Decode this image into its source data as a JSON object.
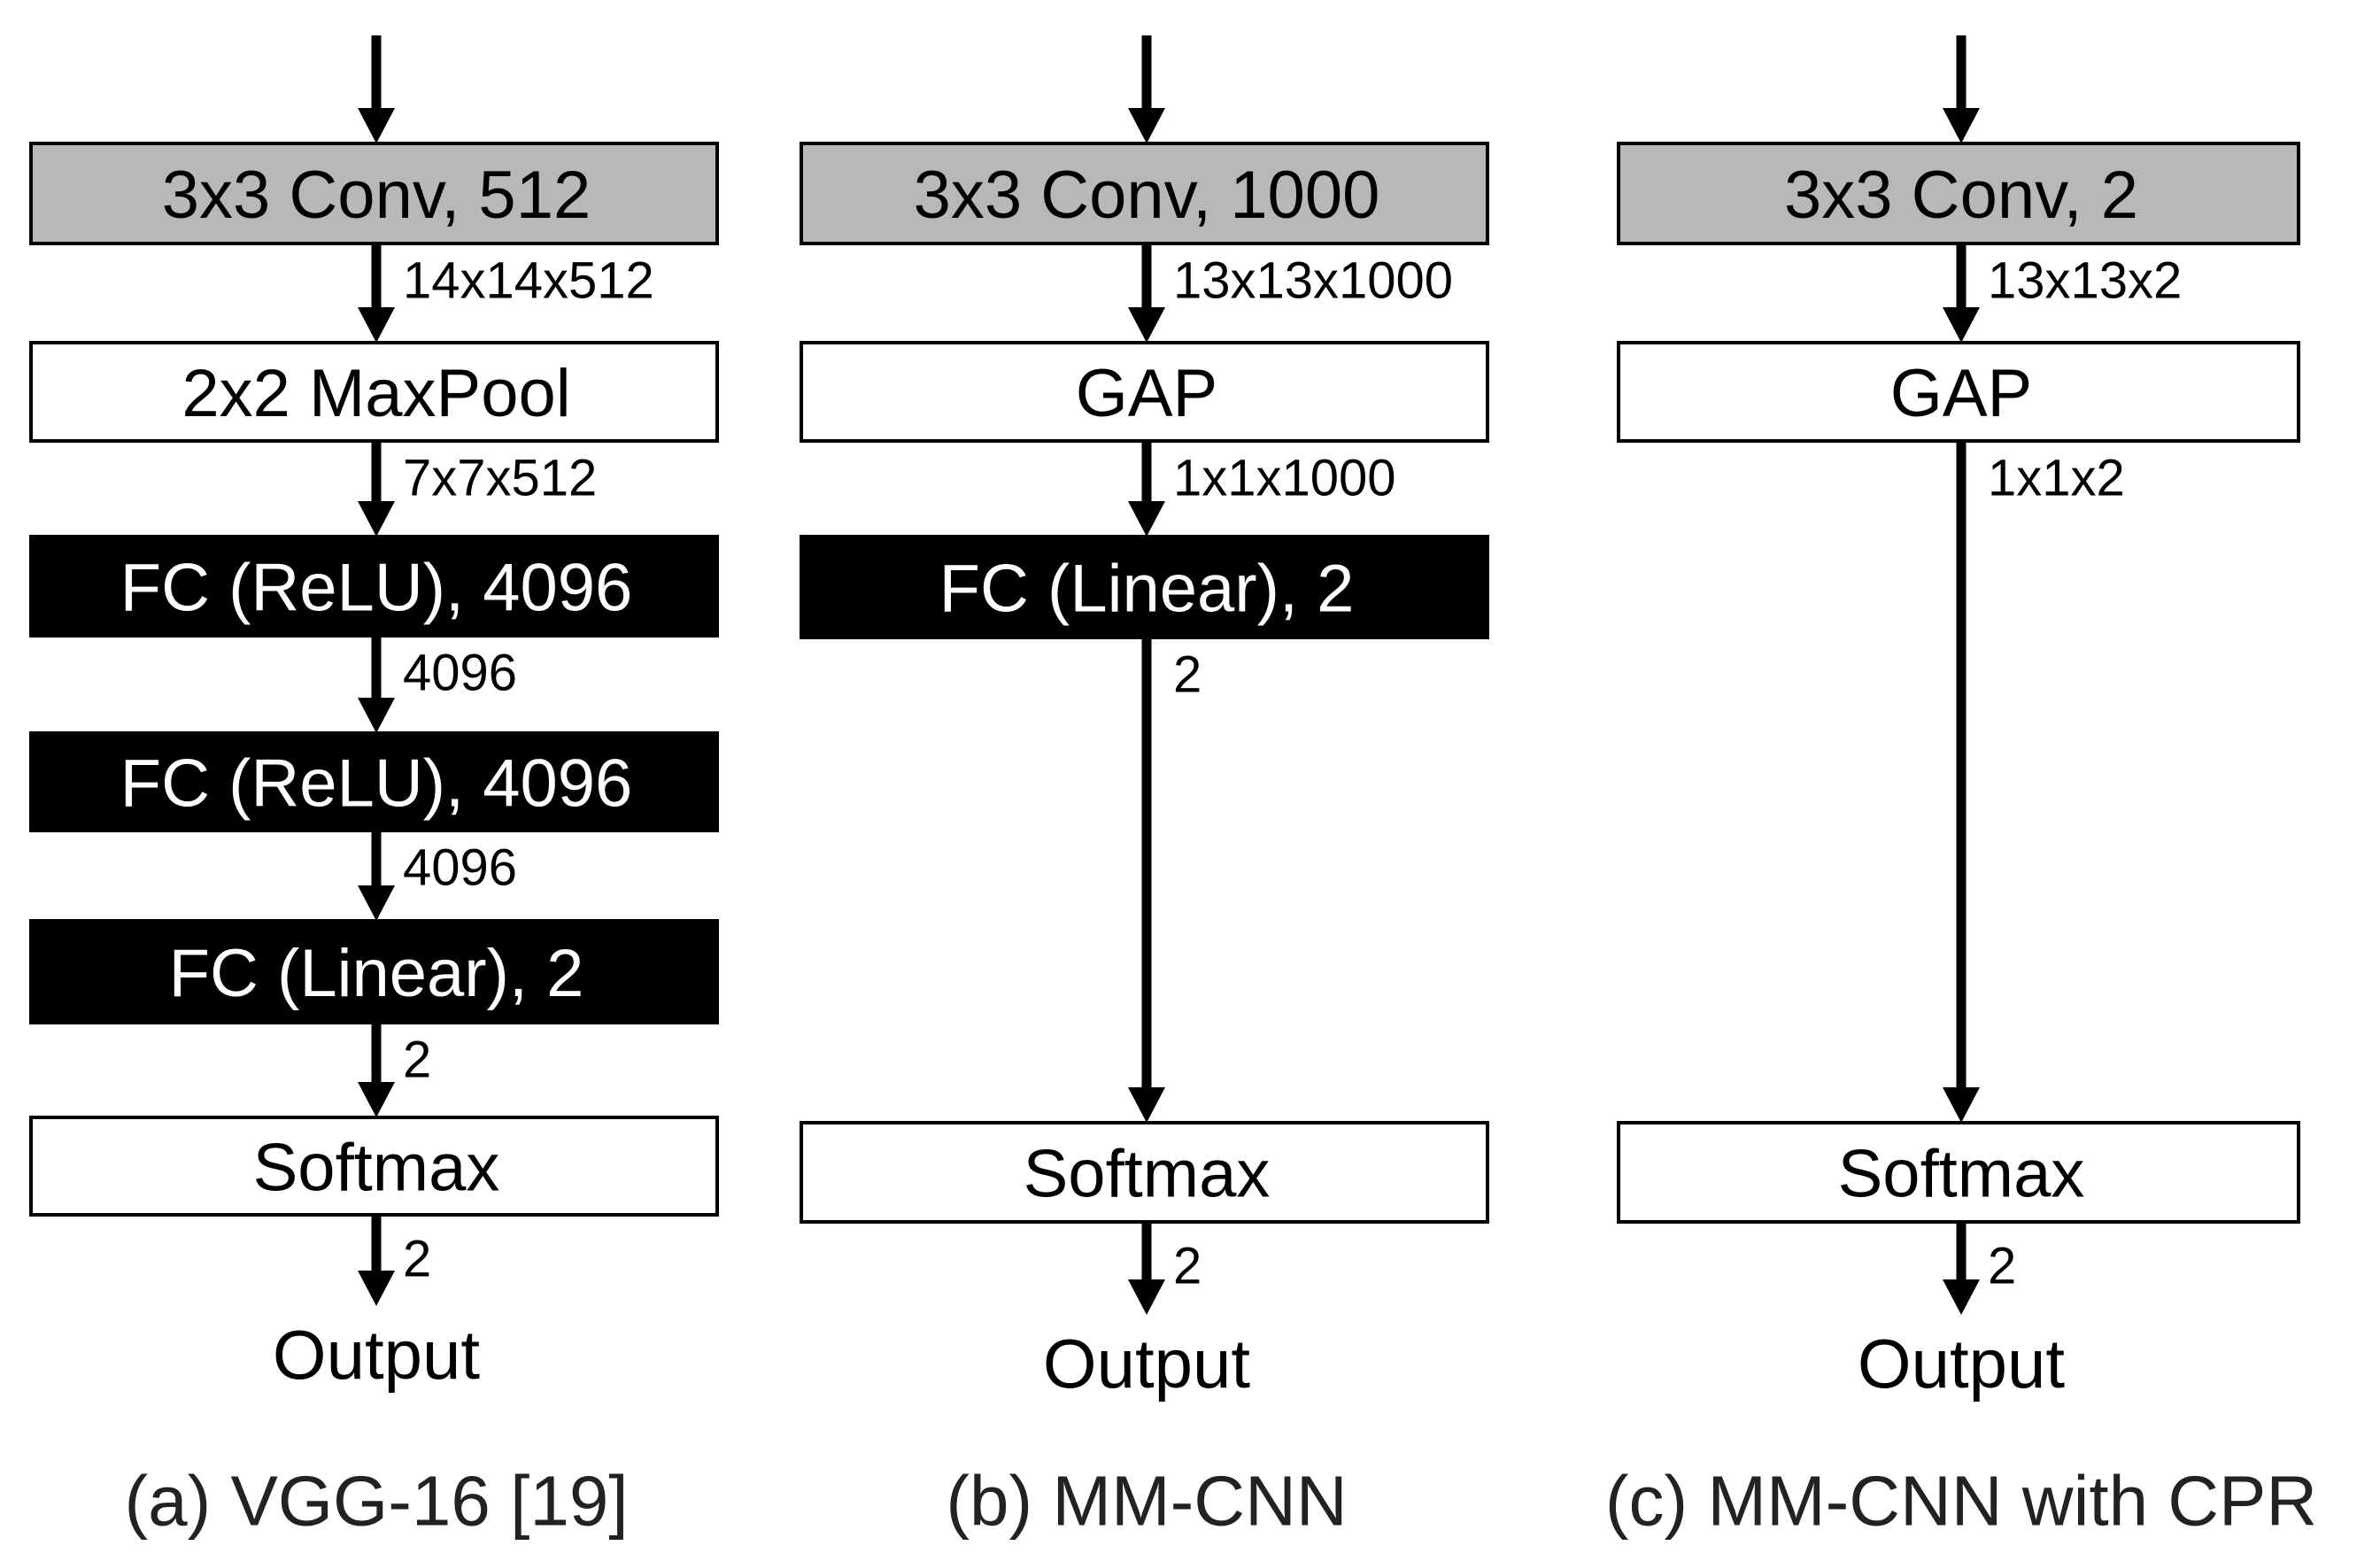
{
  "colors": {
    "conv_fill": "#b8b8bb",
    "pool_fill": "#ffffff",
    "fc_fill": "#000000",
    "line": "#000000"
  },
  "columns": [
    {
      "caption": "(a) VGG-16 [19]",
      "input_arrow": true,
      "blocks": [
        {
          "label": "3x3 Conv, 512",
          "style": "conv"
        },
        {
          "label": "2x2 MaxPool",
          "style": "plain"
        },
        {
          "label": "FC (ReLU), 4096",
          "style": "fc"
        },
        {
          "label": "FC (ReLU), 4096",
          "style": "fc"
        },
        {
          "label": "FC (Linear), 2",
          "style": "fc"
        },
        {
          "label": "Softmax",
          "style": "plain"
        }
      ],
      "edges": [
        "14x14x512",
        "7x7x512",
        "4096",
        "4096",
        "2"
      ],
      "output_dim": "2",
      "output_label": "Output"
    },
    {
      "caption": "(b) MM-CNN",
      "input_arrow": true,
      "blocks": [
        {
          "label": "3x3 Conv, 1000",
          "style": "conv"
        },
        {
          "label": "GAP",
          "style": "plain"
        },
        {
          "label": "FC (Linear), 2",
          "style": "fc"
        },
        {
          "label": "Softmax",
          "style": "plain"
        }
      ],
      "edges": [
        "13x13x1000",
        "1x1x1000",
        "2"
      ],
      "output_dim": "2",
      "output_label": "Output"
    },
    {
      "caption": "(c) MM-CNN with CPR",
      "input_arrow": true,
      "blocks": [
        {
          "label": "3x3 Conv, 2",
          "style": "conv"
        },
        {
          "label": "GAP",
          "style": "plain"
        },
        {
          "label": "Softmax",
          "style": "plain"
        }
      ],
      "edges": [
        "13x13x2",
        "1x1x2"
      ],
      "output_dim": "2",
      "output_label": "Output"
    }
  ]
}
